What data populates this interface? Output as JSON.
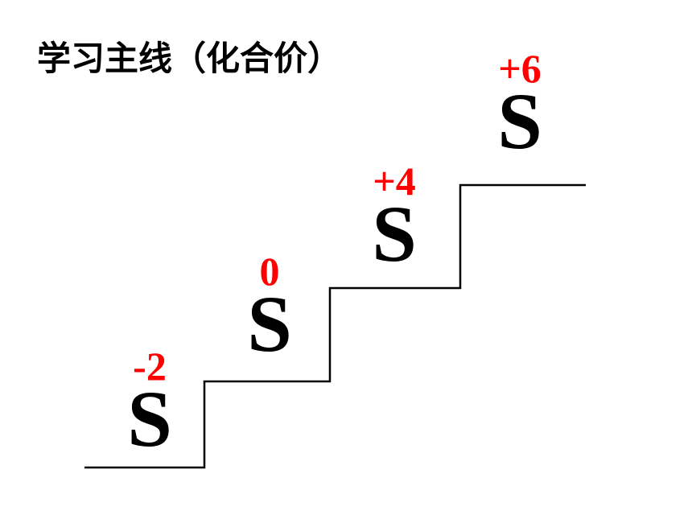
{
  "title": "学习主线（化合价）",
  "colors": {
    "oxidation_state": "#ff0000",
    "symbol": "#000000",
    "staircase": "#000000"
  },
  "steps": [
    {
      "oxidation_state": "-2",
      "symbol": "S"
    },
    {
      "oxidation_state": "0",
      "symbol": "S"
    },
    {
      "oxidation_state": "+4",
      "symbol": "S"
    },
    {
      "oxidation_state": "+6",
      "symbol": "S"
    }
  ]
}
